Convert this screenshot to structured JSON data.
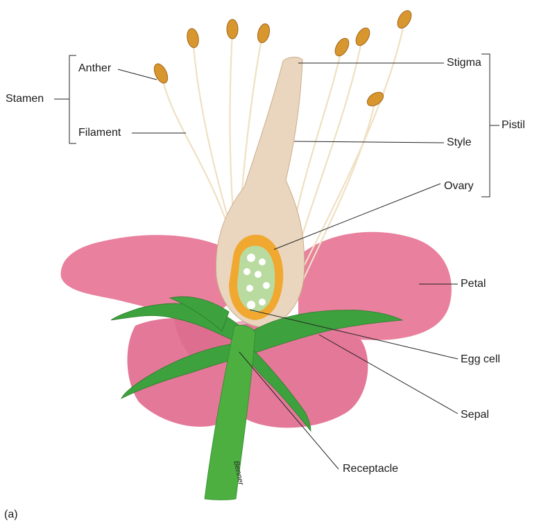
{
  "labels": {
    "anther": "Anther",
    "filament": "Filament",
    "stamen": "Stamen",
    "stigma": "Stigma",
    "style": "Style",
    "ovary": "Ovary",
    "pistil": "Pistil",
    "petal": "Petal",
    "egg_cell": "Egg cell",
    "sepal": "Sepal",
    "receptacle": "Receptacle"
  },
  "signature": "Benner",
  "panel_label": "(a)",
  "colors": {
    "petal": "#e8809e",
    "petal_dark": "#d8668a",
    "sepal": "#3da23d",
    "stem": "#4caf3f",
    "style": "#ead6bf",
    "ovary_wall": "#f0a830",
    "ovary_inside": "#b9dba0",
    "anther": "#d8962e",
    "filament": "#efe0c2",
    "leader": "#222222"
  }
}
